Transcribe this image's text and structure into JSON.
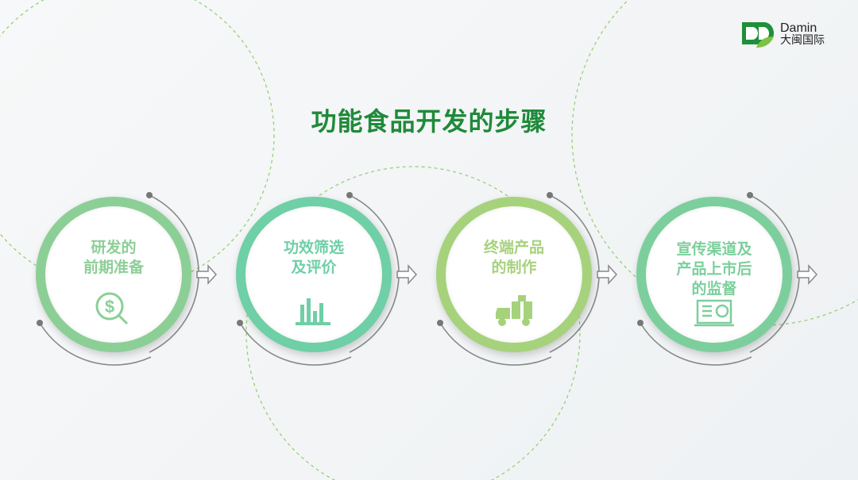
{
  "title": "功能食品开发的步骤",
  "logo": {
    "name": "Damin",
    "cn": "大闽国际"
  },
  "steps": [
    {
      "line1": "研发的",
      "line2": "前期准备",
      "line3": "",
      "icon": "dollar-search-icon",
      "color": "#8ccf96"
    },
    {
      "line1": "功效筛选",
      "line2": "及评价",
      "line3": "",
      "icon": "bar-chart-icon",
      "color": "#6fcfa6"
    },
    {
      "line1": "终端产品",
      "line2": "的制作",
      "line3": "",
      "icon": "delivery-truck-icon",
      "color": "#a6d27c"
    },
    {
      "line1": "宣传渠道及",
      "line2": "产品上市后",
      "line3": "的监督",
      "icon": "monitor-report-icon",
      "color": "#7ccf9c"
    }
  ]
}
